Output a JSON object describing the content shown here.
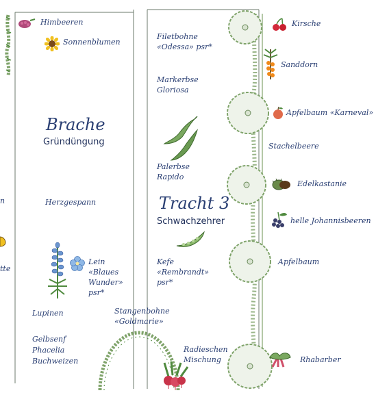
{
  "colors": {
    "text": "#2a3f73",
    "bed_outline": "#6b7a6b",
    "hedge_green": "#7fa36a",
    "canopy": "#eef3ea",
    "fruit_red": "#c8344a",
    "leaf_green": "#4f8a3e"
  },
  "left_edge": {
    "partial_text_1": "n",
    "partial_text_2": "tte"
  },
  "bed_left": {
    "title": "Brache",
    "subtitle": "Gründüngung",
    "plants": {
      "himbeeren": "Himbeeren",
      "sonnenblumen": "Sonnenblumen",
      "herzgespann": "Herzgespann",
      "lein": "Lein\n«Blaues\nWunder»\npsr*",
      "lupinen": "Lupinen",
      "gruenduengung": "Gelbsenf\nPhacelia\nBuchweizen"
    }
  },
  "bed_center": {
    "title": "Tracht 3",
    "subtitle": "Schwachzehrer",
    "plants": {
      "filetbohne": "Filetbohne\n«Odessa» psr*",
      "markerbse": "Markerbse\nGloriosa",
      "palerbse": "Palerbse\nRapido",
      "kefe": "Kefe\n«Rembrandt»\npsr*",
      "stangenbohne": "Stangenbohne\n«Goldmarie»",
      "radieschen": "Radieschen\nMischung"
    }
  },
  "tree_row": {
    "kirsche": "Kirsche",
    "sanddorn": "Sanddorn",
    "apfelbaum_karneval": "Apfelbaum «Karneval»",
    "stachelbeere": "Stachelbeere",
    "edelkastanie": "Edelkastanie",
    "helle_johannisbeeren": "helle Johannisbeeren",
    "apfelbaum": "Apfelbaum",
    "rhabarber": "Rhabarber"
  },
  "icons": [
    "raspberry-icon",
    "sunflower-icon",
    "flax-flower-icon",
    "lupine-icon",
    "bean-pod-icon",
    "pea-pod-icon",
    "arch-trellis-icon",
    "radish-icon",
    "cherry-icon",
    "sea-buckthorn-icon",
    "apple-icon",
    "chestnut-icon",
    "currant-icon",
    "rhubarb-icon",
    "tree-canopy-icon",
    "hedge-icon"
  ]
}
